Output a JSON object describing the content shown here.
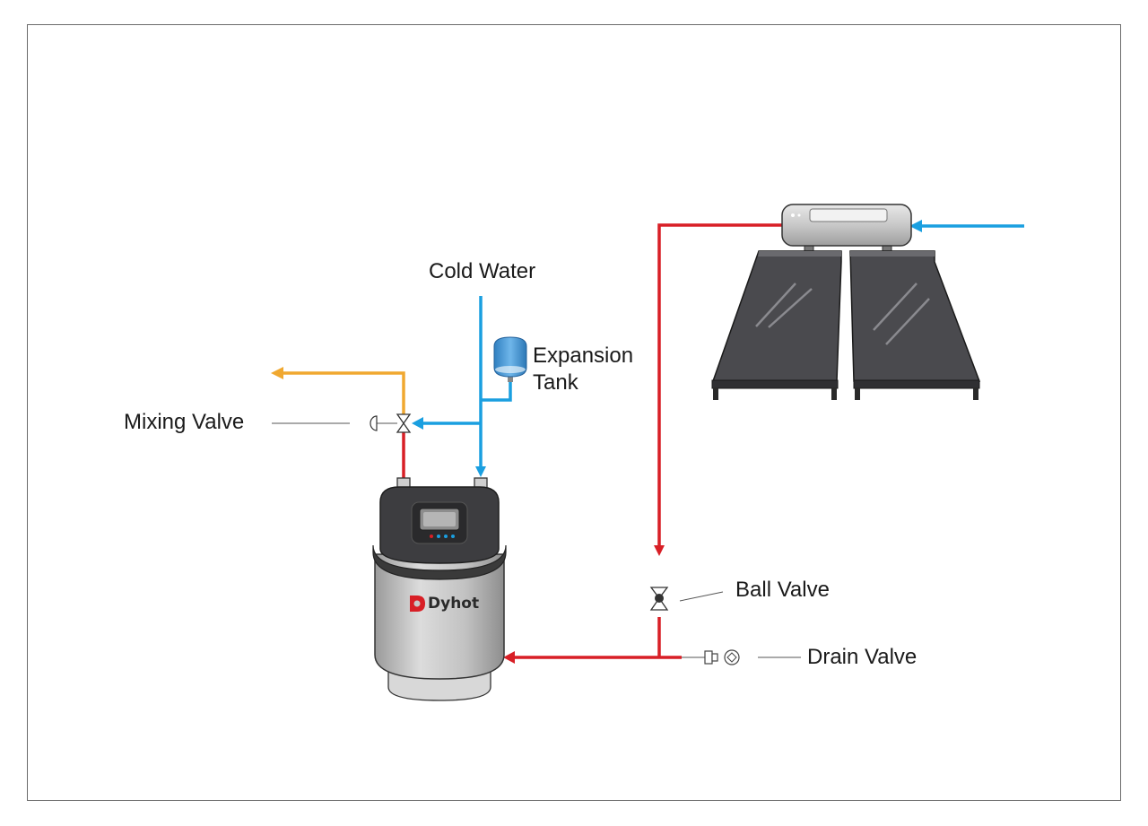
{
  "labels": {
    "cold_water": "Cold Water",
    "expansion_tank_line1": "Expansion",
    "expansion_tank_line2": "Tank",
    "mixing_valve": "Mixing Valve",
    "ball_valve": "Ball Valve",
    "drain_valve": "Drain Valve"
  },
  "brand": "Dyhot",
  "colors": {
    "hot": "#d81f26",
    "cold": "#1a9fe0",
    "mixed": "#f0a830",
    "tank_body": "#c4c4c4",
    "panel": "#4a4a4e"
  }
}
